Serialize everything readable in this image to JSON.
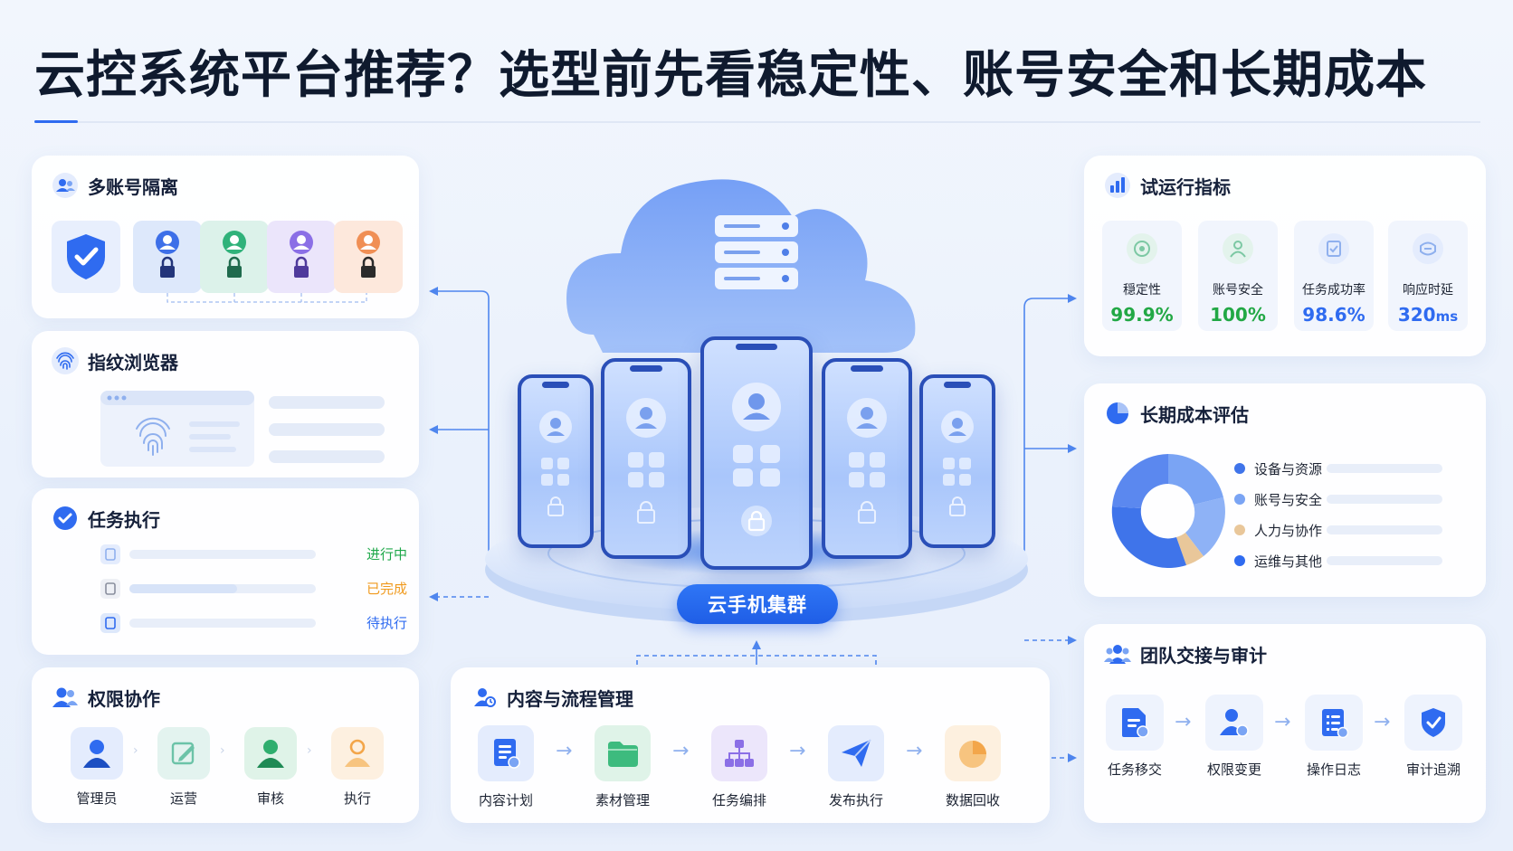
{
  "title": "云控系统平台推荐？选型前先看稳定性、账号安全和长期成本",
  "colors": {
    "primary": "#2f6bf0",
    "green": "#1ea84a",
    "orange": "#f09a1e",
    "blue_text": "#2f6bf0",
    "metric_green": "#22a845",
    "metric_blue": "#2f6bf0"
  },
  "multi_account": {
    "title": "多账号隔离",
    "icon": "users-icon",
    "tiles": [
      {
        "icon": "shield-check-icon",
        "bg": "#e8effd"
      },
      {
        "icon": "user-lock-icon",
        "bg": "#dde8fb",
        "color": "#3d6fe8"
      },
      {
        "icon": "user-lock-icon",
        "bg": "#dcf2ea",
        "color": "#30b27a"
      },
      {
        "icon": "user-lock-icon",
        "bg": "#ebe5fb",
        "color": "#8b6fe6"
      },
      {
        "icon": "user-lock-icon",
        "bg": "#fde8dc",
        "color": "#f08f55"
      }
    ]
  },
  "fingerprint": {
    "title": "指纹浏览器",
    "icon": "fingerprint-icon"
  },
  "tasks": {
    "title": "任务执行",
    "icon": "check-circle-icon",
    "rows": [
      {
        "status": "进行中",
        "color": "#1ea84a",
        "fill": 0.0
      },
      {
        "status": "已完成",
        "color": "#f09a1e",
        "fill": 0.58
      },
      {
        "status": "待执行",
        "color": "#2f6bf0",
        "fill": 0.0
      }
    ]
  },
  "roles": {
    "title": "权限协作",
    "icon": "team-icon",
    "items": [
      {
        "label": "管理员",
        "icon": "admin-user-icon",
        "bg": "#e4ecfd",
        "color": "#2f6bf0"
      },
      {
        "label": "运营",
        "icon": "edit-doc-icon",
        "bg": "#e3f3ef",
        "color": "#6cc3a8"
      },
      {
        "label": "审核",
        "icon": "reviewer-user-icon",
        "bg": "#dff3e8",
        "color": "#2fae6e"
      },
      {
        "label": "执行",
        "icon": "executor-user-icon",
        "bg": "#fdf0e0",
        "color": "#f3a64a"
      }
    ]
  },
  "flow": {
    "title": "内容与流程管理",
    "icon": "flow-user-icon",
    "steps": [
      {
        "label": "内容计划",
        "icon": "plan-doc-icon",
        "bg": "#e4ecfd",
        "color": "#2f6bf0"
      },
      {
        "label": "素材管理",
        "icon": "folder-icon",
        "bg": "#dff3e8",
        "color": "#3dbb7e"
      },
      {
        "label": "任务编排",
        "icon": "hierarchy-icon",
        "bg": "#ece6fb",
        "color": "#8b6fe6"
      },
      {
        "label": "发布执行",
        "icon": "send-icon",
        "bg": "#e4ecfd",
        "color": "#2f6bf0"
      },
      {
        "label": "数据回收",
        "icon": "pie-chart-icon",
        "bg": "#fdf0df",
        "color": "#f3a64a"
      }
    ]
  },
  "cluster": {
    "label": "云手机集群",
    "cloud_icon": "cloud-server-icon"
  },
  "metrics": {
    "title": "试运行指标",
    "icon": "bar-chart-icon",
    "items": [
      {
        "label": "穏定性",
        "value": "99.9%",
        "color": "#22a845",
        "icon": "stability-icon"
      },
      {
        "label": "账号安全",
        "value": "100%",
        "color": "#22a845",
        "icon": "account-safe-icon"
      },
      {
        "label": "任务成功率",
        "value": "98.6%",
        "color": "#2f6bf0",
        "icon": "success-rate-icon"
      },
      {
        "label": "响应时延",
        "value_num": "320",
        "value_unit": "ms",
        "color": "#2f6bf0",
        "icon": "latency-icon"
      }
    ]
  },
  "cost": {
    "title": "长期成本评估",
    "icon": "pie-icon",
    "items": [
      {
        "label": "设备与资源",
        "color": "#3f74ea"
      },
      {
        "label": "账号与安全",
        "color": "#7aa4f4"
      },
      {
        "label": "人力与协作",
        "color": "#e9c79a"
      },
      {
        "label": "运维与其他",
        "color": "#2f6bf0"
      }
    ]
  },
  "audit": {
    "title": "团队交接与审计",
    "icon": "team-group-icon",
    "steps": [
      {
        "label": "任务移交",
        "icon": "handover-doc-icon"
      },
      {
        "label": "权限变更",
        "icon": "permission-user-icon"
      },
      {
        "label": "操作日志",
        "icon": "log-list-icon"
      },
      {
        "label": "审计追溯",
        "icon": "audit-shield-icon"
      }
    ]
  }
}
